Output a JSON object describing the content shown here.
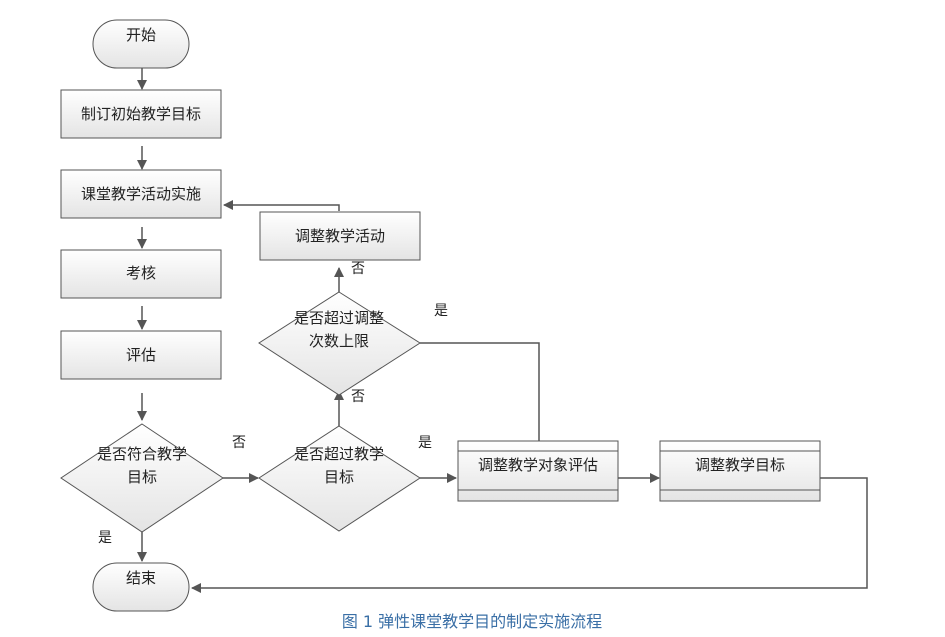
{
  "colors": {
    "stroke": "#555555",
    "node_fill_top": "#ffffff",
    "node_fill_bottom": "#e4e4e4",
    "text": "#222222",
    "caption": "#3a6fa6"
  },
  "nodes": {
    "start": "开始",
    "set_goal": "制订初始教学目标",
    "implement": "课堂教学活动实施",
    "exam": "考核",
    "evaluate": "评估",
    "meets_goal": [
      "是否符合教学",
      "目标"
    ],
    "exceeds_teaching": [
      "是否超过教学",
      "目标"
    ],
    "exceeds_limit": [
      "是否超过调整",
      "次数上限"
    ],
    "adjust_activity": "调整教学活动",
    "assess_subject": "调整教学对象评估",
    "adjust_goal": "调整教学目标",
    "end": "结束"
  },
  "edge_labels": {
    "meets_no": "否",
    "meets_yes": "是",
    "exceeds_teaching_no": "否",
    "exceeds_teaching_yes": "是",
    "limit_no": "否",
    "limit_yes": "是"
  },
  "caption": "图 1 弹性课堂教学目的制定实施流程"
}
